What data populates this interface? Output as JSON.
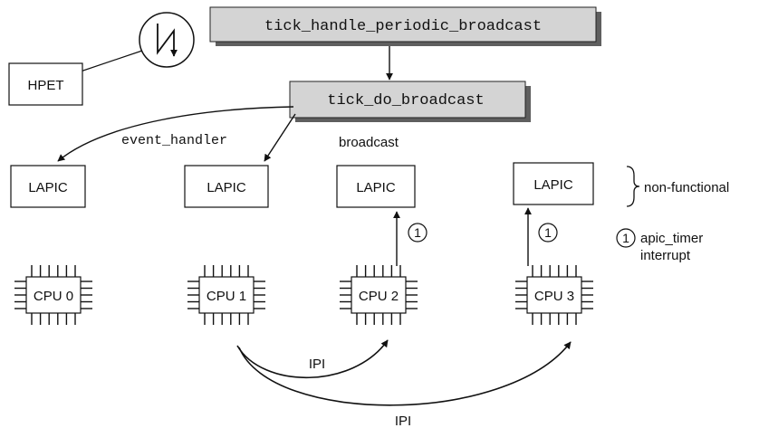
{
  "functions": {
    "periodic": "tick_handle_periodic_broadcast",
    "do_broadcast": "tick_do_broadcast",
    "event_handler": "event_handler"
  },
  "hpet_label": "HPET",
  "broadcast_label": "broadcast",
  "lapic_label": "LAPIC",
  "non_functional_label": "non-functional",
  "cpus": [
    "CPU 0",
    "CPU 1",
    "CPU 2",
    "CPU 3"
  ],
  "ipi_label": "IPI",
  "marker": "1",
  "legend": {
    "line1": "apic_timer",
    "line2": "interrupt"
  }
}
